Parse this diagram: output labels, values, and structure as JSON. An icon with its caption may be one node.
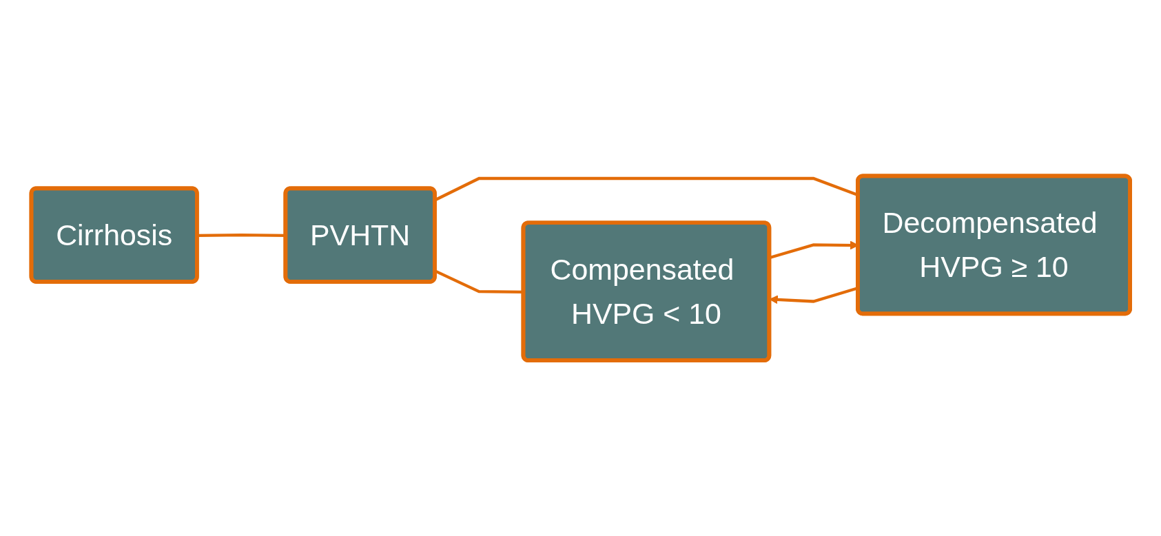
{
  "diagram": {
    "nodes": [
      {
        "text": [
          "Cirrhosis"
        ]
      },
      {
        "text": [
          "PVHTN"
        ]
      },
      {
        "text": [
          "Compensated HVPG < 10"
        ]
      },
      {
        "text": [
          "Decompensated HVPG ≥ 10"
        ]
      }
    ],
    "edges": [
      {
        "from": 0,
        "to": 1,
        "arrow": "none"
      },
      {
        "from": 1,
        "to": 2,
        "arrow": "none"
      },
      {
        "from": 1,
        "to": 3,
        "arrow": "none"
      },
      {
        "from": 2,
        "to": 3,
        "arrow": "to"
      },
      {
        "from": 3,
        "to": 2,
        "arrow": "to"
      }
    ]
  }
}
